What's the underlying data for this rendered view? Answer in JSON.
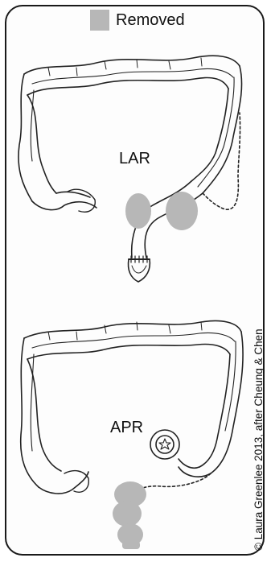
{
  "legend": {
    "label": "Removed",
    "swatch_color": "#b7b7b7"
  },
  "diagrams": {
    "top_label": "LAR",
    "bottom_label": "APR"
  },
  "credit": "© Laura Greenlee 2013, after Cheung & Chen",
  "colors": {
    "removed": "#b7b7b7",
    "stroke": "#222222"
  }
}
